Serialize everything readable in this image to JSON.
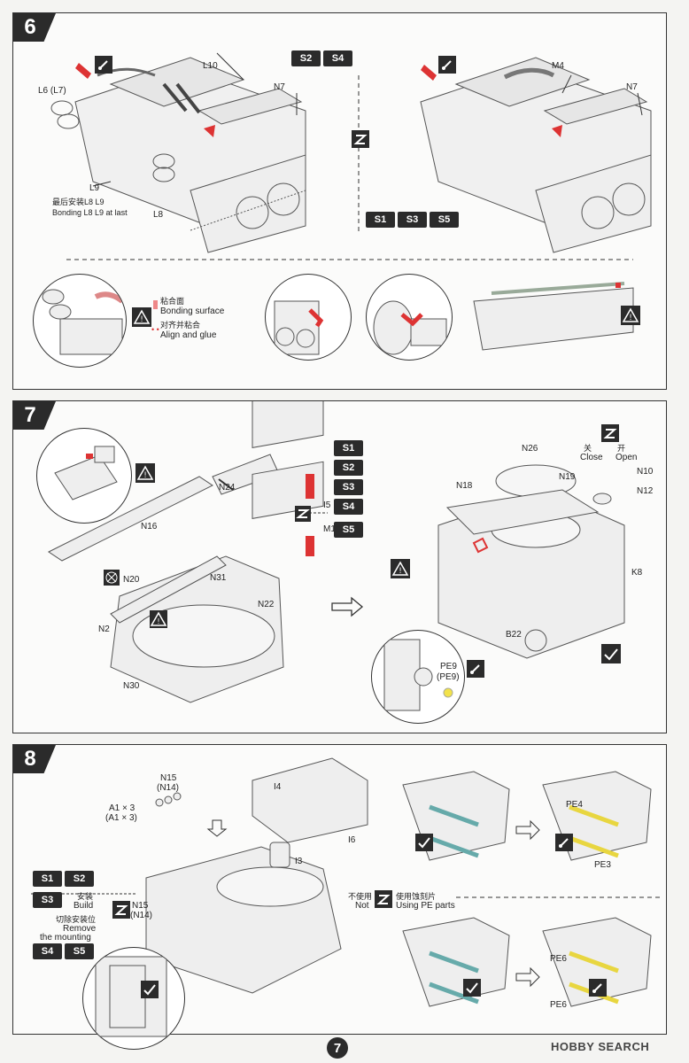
{
  "step6": {
    "number": "6",
    "labels": {
      "l10": "L10",
      "l6": "L6 (L7)",
      "n7a": "N7",
      "l9": "L9",
      "l8": "L8",
      "m4": "M4",
      "n7b": "N7"
    },
    "note_cn": "最后安装L8  L9",
    "note_en": "Bonding L8  L9  at last",
    "badges_top": [
      "S2",
      "S4"
    ],
    "badges_bottom": [
      "S1",
      "S3",
      "S5"
    ],
    "legend": {
      "bond_cn": "粘合面",
      "bond_en": "Bonding surface",
      "align_cn": "对齐并粘合",
      "align_en": "Align and glue"
    }
  },
  "step7": {
    "number": "7",
    "labels": {
      "n16": "N16",
      "n24": "N24",
      "i5": "I5",
      "m1": "M1",
      "n20": "N20",
      "n31": "N31",
      "n22": "N22",
      "n2": "N2",
      "n30": "N30",
      "n26": "N26",
      "n18": "N18",
      "n19": "N19",
      "close_cn": "关",
      "close_en": "Close",
      "open_cn": "开",
      "open_en": "Open",
      "n10": "N10",
      "n12": "N12",
      "k8": "K8",
      "b22": "B22",
      "pe9": "PE9",
      "pe9b": "(PE9)"
    },
    "badges": [
      "S1",
      "S2",
      "S3",
      "S4",
      "S5"
    ]
  },
  "step8": {
    "number": "8",
    "labels": {
      "n15": "N15",
      "n14": "(N14)",
      "a1": "A1 × 3",
      "a1b": "(A1 × 3)",
      "i4": "I4",
      "i6": "I6",
      "i3": "I3",
      "build_cn": "安装",
      "build_en": "Build",
      "remove_cn": "切除安装位",
      "remove_en1": "Remove",
      "remove_en2": "the mounting",
      "n15b": "N15",
      "n14b": "(N14)",
      "not_cn": "不使用",
      "not_en": "Not",
      "using_cn": "使用蚀刻片",
      "using_en": "Using PE parts",
      "pe4": "PE4",
      "pe3": "PE3",
      "pe6a": "PE6",
      "pe6b": "PE6"
    },
    "badges_left_top": [
      "S1",
      "S2"
    ],
    "badges_left_mid": [
      "S3"
    ],
    "badges_left_bot": [
      "S4",
      "S5"
    ]
  },
  "footer": {
    "page": "7",
    "watermark": "HOBBY SEARCH"
  }
}
